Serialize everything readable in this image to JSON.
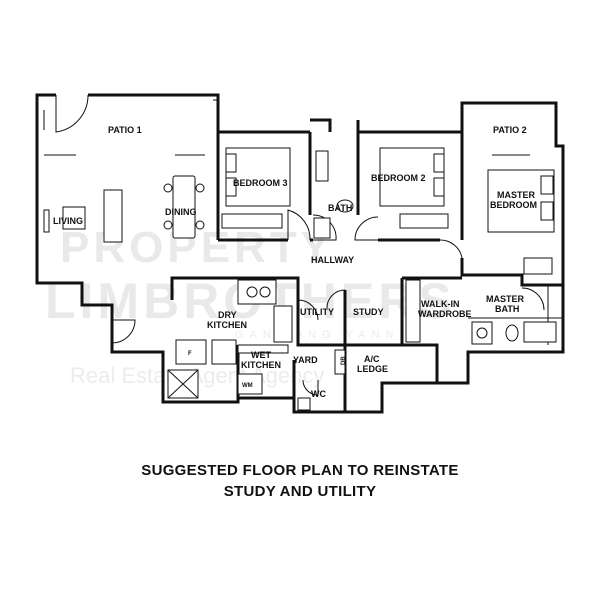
{
  "rooms": {
    "patio1": "PATIO 1",
    "patio2": "PATIO 2",
    "bedroom3": "BEDROOM 3",
    "bedroom2": "BEDROOM 2",
    "master_bedroom_1": "MASTER",
    "master_bedroom_2": "BEDROOM",
    "bath": "BATH",
    "living": "LIVING",
    "dining": "DINING",
    "hallway": "HALLWAY",
    "dry_kitchen_1": "DRY",
    "dry_kitchen_2": "KITCHEN",
    "utility": "UTILITY",
    "study": "STUDY",
    "walkin_1": "WALK-IN",
    "walkin_2": "WARDROBE",
    "master_bath_1": "MASTER",
    "master_bath_2": "BATH",
    "wet_kitchen_1": "WET",
    "wet_kitchen_2": "KITCHEN",
    "yard": "YARD",
    "ac_ledge_1": "A/C",
    "ac_ledge_2": "LEDGE",
    "wc": "WC"
  },
  "fixtures": {
    "fridge": "F",
    "washing_machine": "WM",
    "db": "DB"
  },
  "watermark": {
    "line1": "PROPERTY",
    "line2": "LIMBROTHERS",
    "line3": "GAN SING YANN",
    "line4": "Real Estate Agent Agency"
  },
  "caption": {
    "line1": "SUGGESTED FLOOR PLAN TO REINSTATE",
    "line2": "STUDY AND UTILITY"
  }
}
